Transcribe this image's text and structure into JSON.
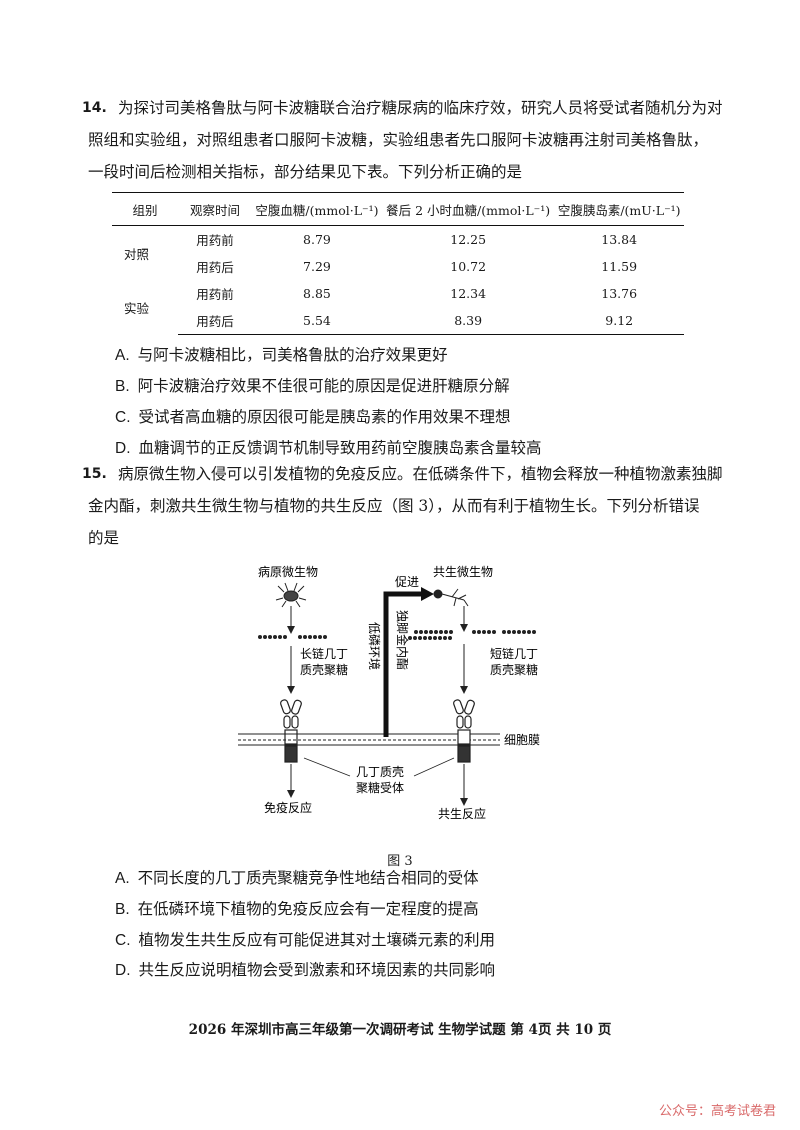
{
  "q14": {
    "number": "14.",
    "lines": [
      "为探讨司美格鲁肽与阿卡波糖联合治疗糖尿病的临床疗效，研究人员将受试者随机分为对",
      "照组和实验组，对照组患者口服阿卡波糖，实验组患者先口服阿卡波糖再注射司美格鲁肽，",
      "一段时间后检测相关指标，部分结果见下表。下列分析正确的是"
    ],
    "table": {
      "headers": [
        "组别",
        "观察时间",
        "空腹血糖/(mmol·L⁻¹)",
        "餐后 2 小时血糖/(mmol·L⁻¹)",
        "空腹胰岛素/(mU·L⁻¹)"
      ],
      "groups": [
        {
          "name": "对照",
          "rows": [
            {
              "time": "用药前",
              "v1": "8.79",
              "v2": "12.25",
              "v3": "13.84"
            },
            {
              "time": "用药后",
              "v1": "7.29",
              "v2": "10.72",
              "v3": "11.59"
            }
          ]
        },
        {
          "name": "实验",
          "rows": [
            {
              "time": "用药前",
              "v1": "8.85",
              "v2": "12.34",
              "v3": "13.76"
            },
            {
              "time": "用药后",
              "v1": "5.54",
              "v2": "8.39",
              "v3": "9.12"
            }
          ]
        }
      ]
    },
    "options": [
      {
        "letter": "A.",
        "text": "与阿卡波糖相比，司美格鲁肽的治疗效果更好"
      },
      {
        "letter": "B.",
        "text": "阿卡波糖治疗效果不佳很可能的原因是促进肝糖原分解"
      },
      {
        "letter": "C.",
        "text": "受试者高血糖的原因很可能是胰岛素的作用效果不理想"
      },
      {
        "letter": "D.",
        "text": "血糖调节的正反馈调节机制导致用药前空腹胰岛素含量较高"
      }
    ]
  },
  "q15": {
    "number": "15.",
    "lines": [
      "病原微生物入侵可以引发植物的免疫反应。在低磷条件下，植物会释放一种植物激素独脚",
      "金内酯，刺激共生微生物与植物的共生反应（图 3），从而有利于植物生长。下列分析错误",
      "的是"
    ],
    "figure": {
      "pathogen": "病原微生物",
      "symbiont": "共生微生物",
      "long_chain_1": "长链几丁",
      "long_chain_2": "质壳聚糖",
      "short_chain_1": "短链几丁",
      "short_chain_2": "质壳聚糖",
      "promote": "促进",
      "low_p": "低磷环境",
      "strigolactone": "独脚金内酯",
      "membrane": "细胞膜",
      "receptor_1": "几丁质壳",
      "receptor_2": "聚糖受体",
      "immune": "免疫反应",
      "symbiosis": "共生反应",
      "caption": "图 3"
    },
    "options": [
      {
        "letter": "A.",
        "text": "不同长度的几丁质壳聚糖竞争性地结合相同的受体"
      },
      {
        "letter": "B.",
        "text": "在低磷环境下植物的免疫反应会有一定程度的提高"
      },
      {
        "letter": "C.",
        "text": "植物发生共生反应有可能促进其对土壤磷元素的利用"
      },
      {
        "letter": "D.",
        "text": "共生反应说明植物会受到激素和环境因素的共同影响"
      }
    ]
  },
  "footer": "2026 年深圳市高三年级第一次调研考试   生物学试题   第 4页  共 10 页",
  "watermark": "公众号：高考试卷君"
}
